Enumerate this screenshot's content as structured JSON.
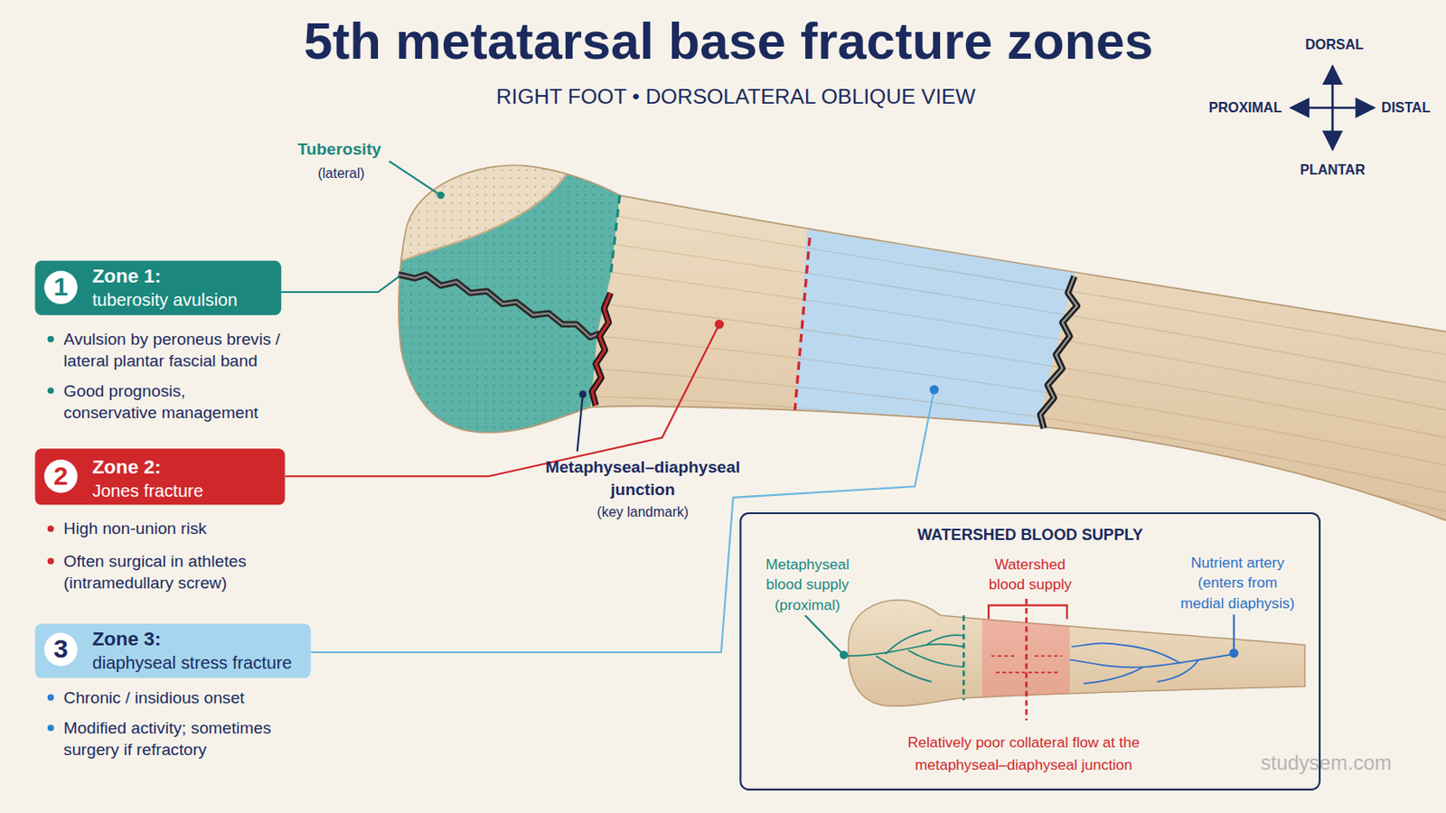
{
  "diagram": {
    "title": "5th metatarsal base fracture zones",
    "nodes": [
      {
        "text": [
          "Zone 1:",
          "tuberosity avulsion"
        ]
      },
      {
        "text": [
          "1"
        ],
        "in": 0
      },
      {
        "text": [
          "Zone 2:",
          "Jones fracture"
        ]
      },
      {
        "text": [
          "2"
        ],
        "in": 2
      },
      {
        "text": [
          "Zone 3:",
          "diaphyseal stress fracture"
        ]
      },
      {
        "text": [
          "3"
        ],
        "in": 4
      },
      {
        "text": [
          "WATERSHED BLOOD SUPPLY",
          "Metaphyseal blood supply (proximal)",
          "Watershed blood supply",
          "Nutrient artery (enters from medial diaphysis)",
          "Relatively poor collateral flow at the metaphyseal–diaphyseal junction"
        ]
      }
    ],
    "labels": [
      "RIGHT FOOT • DORSOLATERAL OBLIQUE VIEW",
      "DORSAL",
      "PROXIMAL",
      "DISTAL",
      "PLANTAR",
      "Tuberosity",
      "(lateral)",
      "Avulsion by peroneus brevis / lateral plantar fascial band",
      "Good prognosis, conservative management",
      "Metaphyseal–diaphyseal junction",
      "(key landmark)",
      "High non-union risk",
      "Often surgical in athletes (intramedullary screw)",
      "Chronic / insidious onset",
      "Modified activity; sometimes surgery if refractory",
      "studysem.com"
    ]
  }
}
